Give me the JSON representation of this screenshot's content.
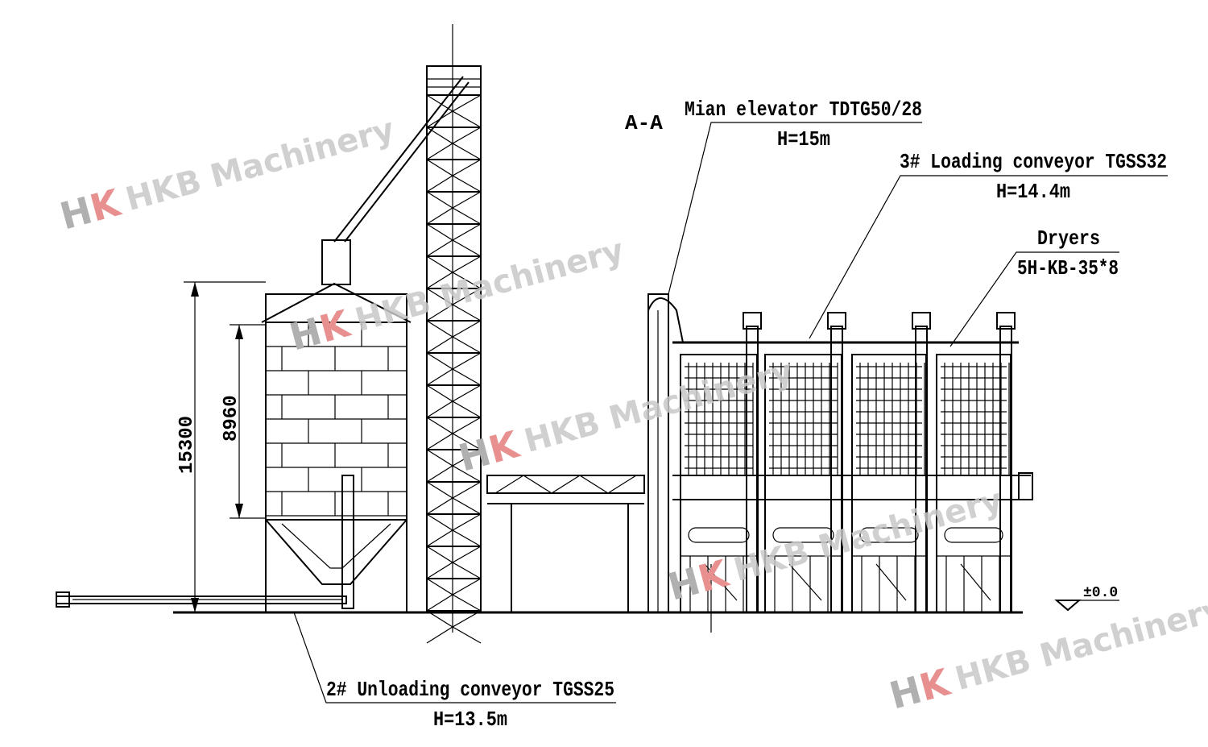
{
  "drawing": {
    "section_label": "A-A",
    "labels": {
      "main_elevator": {
        "title": "Mian elevator TDTG50/28",
        "height": "H=15m"
      },
      "loading_conveyor": {
        "title": "3# Loading conveyor TGSS32",
        "height": "H=14.4m"
      },
      "dryers": {
        "title": "Dryers",
        "model": "5H-KB-35*8"
      },
      "unloading_conveyor": {
        "title": "2# Unloading conveyor TGSS25",
        "height": "H=13.5m"
      }
    },
    "dimensions": {
      "total_height": "15300",
      "silo_body_height": "8960"
    },
    "ground_level": "±0.0"
  },
  "watermark": {
    "logo": "HK",
    "text": "HKB Machinery",
    "colors": {
      "gray": "#b0b0b0",
      "red": "#e89090"
    }
  }
}
